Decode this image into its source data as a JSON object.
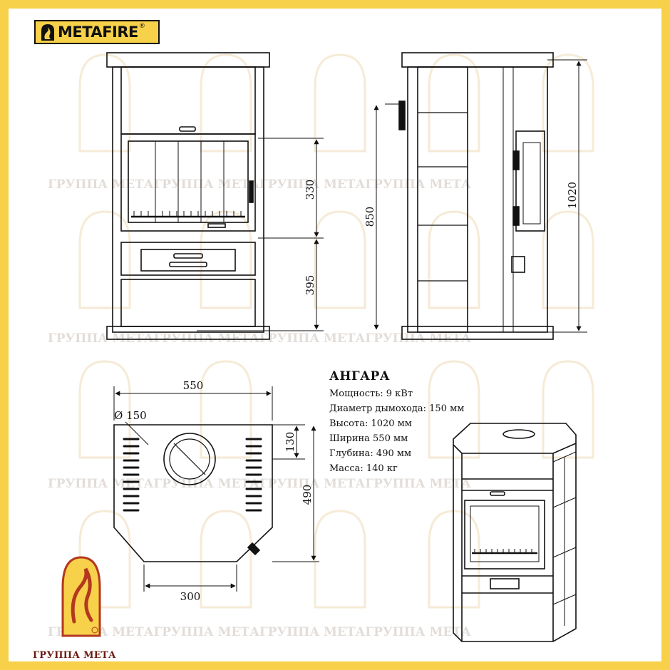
{
  "logo": {
    "name": "METAFIRE",
    "reg": "®"
  },
  "watermark": {
    "line": "ГРУППА МЕТАГРУППА МЕТАГРУППА МЕТАГРУППА МЕТА"
  },
  "spec": {
    "model": "АНГАРА",
    "rows": [
      "Мощность: 9 кВт",
      "Диаметр дымохода: 150 мм",
      "Высота: 1020 мм",
      "Ширина  550 мм",
      "Глубина: 490 мм",
      "Масса: 140 кг"
    ]
  },
  "dimensions": {
    "firebox_height": "330",
    "base_height": "395",
    "flue_height": "850",
    "total_height": "1020",
    "width": "550",
    "chimney_diameter": "Ø 150",
    "chimney_offset": "130",
    "depth": "490",
    "front_width": "300"
  },
  "brand": {
    "name": "ГРУППА МЕТА"
  },
  "colors": {
    "frame": "#f7d14a",
    "line": "#111111",
    "emblem": "#b3381f",
    "watermark": "#d8a24a"
  },
  "icons": [
    "flame-arch-icon"
  ]
}
